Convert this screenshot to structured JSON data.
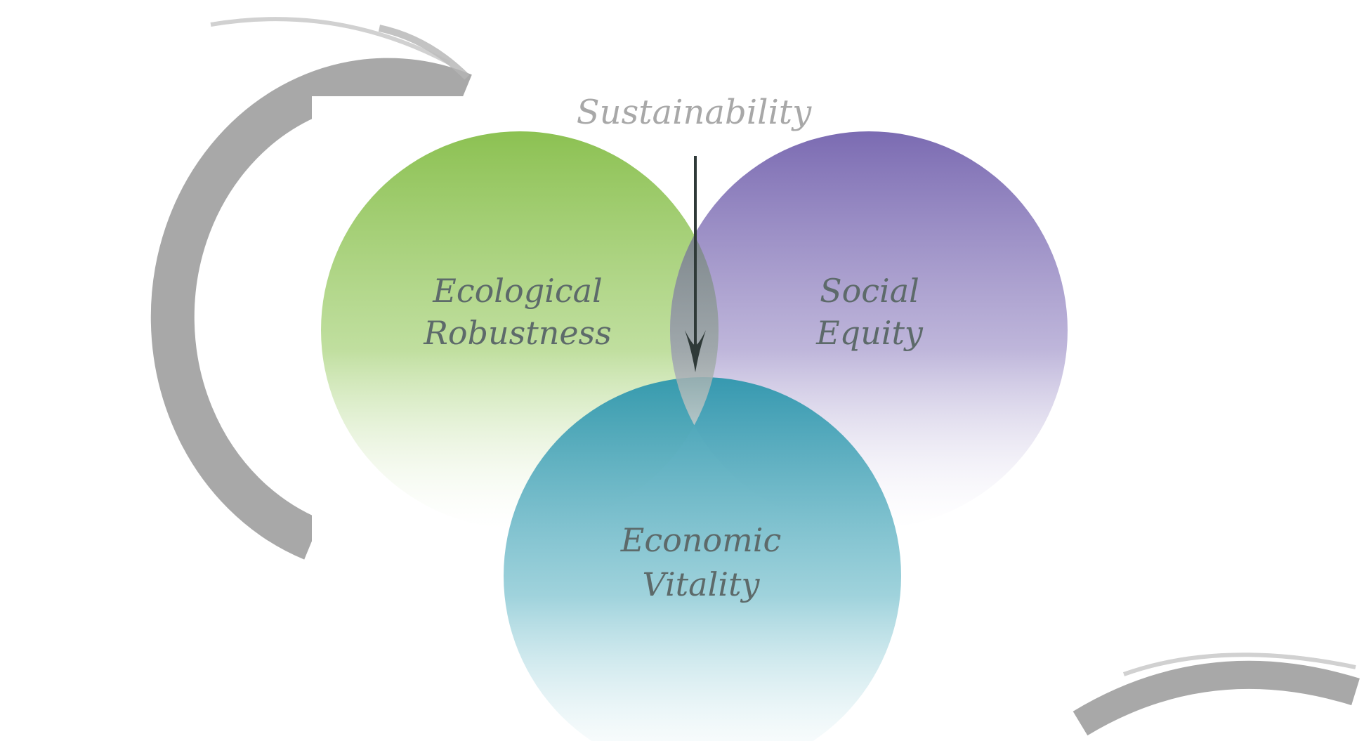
{
  "diagram": {
    "title": "Sustainability",
    "circles": [
      {
        "id": "ecological",
        "line1": "Ecological",
        "line2": "Robustness",
        "color": "#8cc152"
      },
      {
        "id": "social",
        "line1": "Social",
        "line2": "Equity",
        "color": "#7b6bb2"
      },
      {
        "id": "economic",
        "line1": "Economic",
        "line2": "Vitality",
        "color": "#2e96ad"
      }
    ],
    "colors": {
      "title_text": "#a8a8a8",
      "label_text": "#5d6a6a",
      "brush": "#a3a3a3",
      "arrow": "#2f3a38"
    }
  }
}
